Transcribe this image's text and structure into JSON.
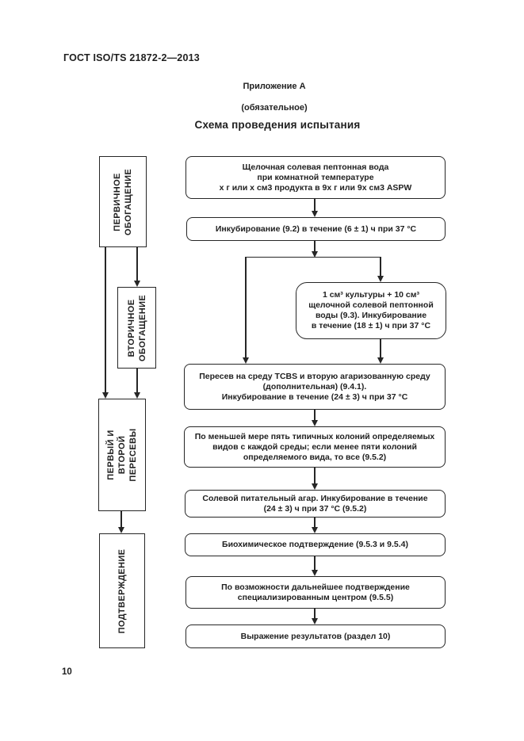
{
  "page": {
    "standard_number": "ГОСТ ISO/TS 21872-2—2013",
    "annex_title": "Приложение А",
    "annex_note": "(обязательное)",
    "diagram_title": "Схема проведения испытания",
    "page_number": "10"
  },
  "stages": {
    "primary": "ПЕРВИЧНОЕ\nОБОГАЩЕНИЕ",
    "secondary": "ВТОРИЧНОЕ\nОБОГАЩЕНИЕ",
    "subcultures": "ПЕРВЫЙ И ВТОРОЙ\nПЕРЕСЕВЫ",
    "confirmation": "ПОДТВЕРЖДЕНИЕ"
  },
  "steps": {
    "aspw": "Щелочная солевая пептонная вода\nпри комнатной температуре\nх г или х см3 продукта в 9х г или 9х см3 ASPW",
    "incubation1": "Инкубирование (9.2) в течение (6 ± 1) ч при 37 °С",
    "secondary_culture": "1 см³ культуры + 10 см³\nщелочной солевой пептонной\nводы (9.3). Инкубирование\nв течение (18 ± 1) ч при 37 °С",
    "tcbs": "Пересев на среду TCBS и вторую агаризованную среду\n(дополнительная) (9.4.1).\nИнкубирование в течение (24 ± 3) ч при 37 °С",
    "colonies": "По меньшей мере пять типичных колоний определяемых\nвидов с каждой среды; если менее пяти колоний\nопределяемого вида, то все (9.5.2)",
    "saline_agar": "Солевой питательный агар. Инкубирование в течение\n(24 ± 3) ч при 37 °С (9.5.2)",
    "biochemical": "Биохимическое подтверждение (9.5.3 и 9.5.4)",
    "specialized": "По возможности дальнейшее подтверждение\nспециализированным центром (9.5.5)",
    "results": "Выражение результатов (раздел 10)"
  }
}
